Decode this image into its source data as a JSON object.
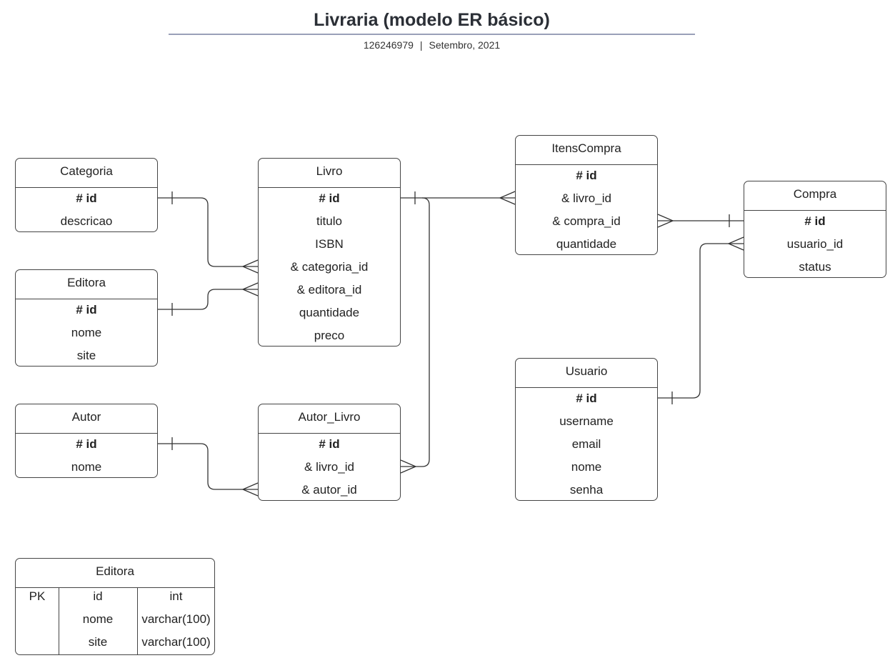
{
  "header": {
    "title": "Livraria (modelo ER básico)",
    "code": "126246979",
    "separator": "|",
    "date": "Setembro, 2021"
  },
  "entities": {
    "categoria": {
      "name": "Categoria",
      "fields": [
        "# id",
        "descricao"
      ]
    },
    "editora": {
      "name": "Editora",
      "fields": [
        "# id",
        "nome",
        "site"
      ]
    },
    "autor": {
      "name": "Autor",
      "fields": [
        "# id",
        "nome"
      ]
    },
    "livro": {
      "name": "Livro",
      "fields": [
        "# id",
        "titulo",
        "ISBN",
        "& categoria_id",
        "& editora_id",
        "quantidade",
        "preco"
      ]
    },
    "autor_livro": {
      "name": "Autor_Livro",
      "fields": [
        "# id",
        "& livro_id",
        "& autor_id"
      ]
    },
    "itens_compra": {
      "name": "ItensCompra",
      "fields": [
        "# id",
        "& livro_id",
        "& compra_id",
        "quantidade"
      ]
    },
    "compra": {
      "name": "Compra",
      "fields": [
        "# id",
        "usuario_id",
        "status"
      ]
    },
    "usuario": {
      "name": "Usuario",
      "fields": [
        "# id",
        "username",
        "email",
        "nome",
        "senha"
      ]
    }
  },
  "table": {
    "name": "Editora",
    "rows": [
      {
        "key": "PK",
        "field": "id",
        "type": "int"
      },
      {
        "key": "",
        "field": "nome",
        "type": "varchar(100)"
      },
      {
        "key": "",
        "field": "site",
        "type": "varchar(100)"
      }
    ]
  }
}
